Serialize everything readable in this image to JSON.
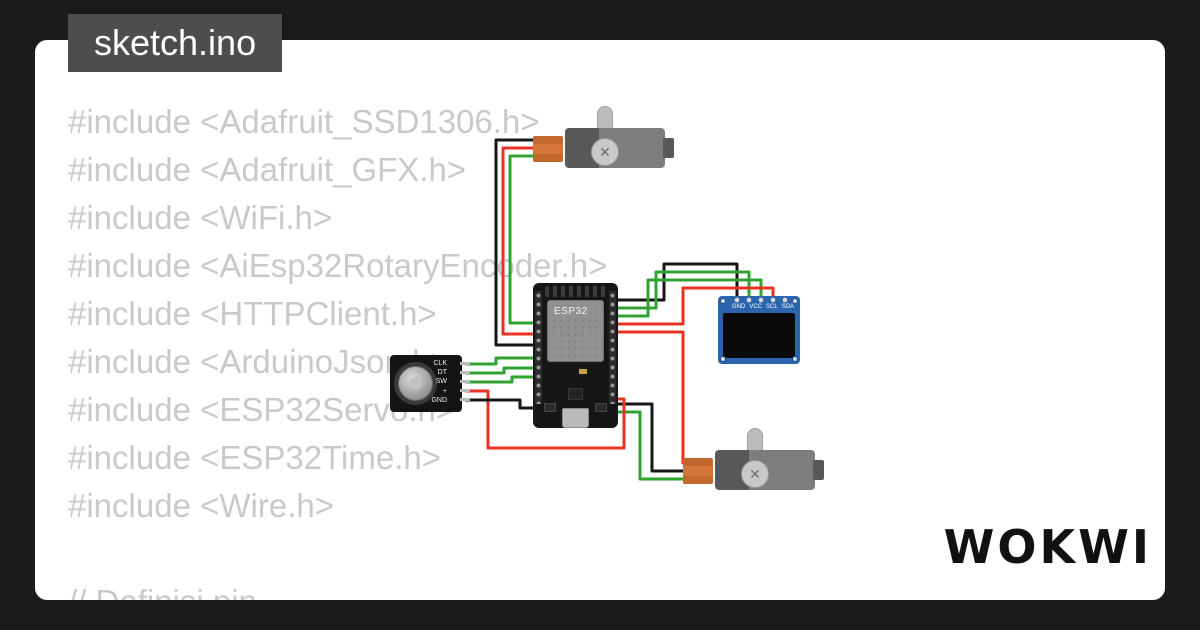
{
  "colors": {
    "page-bg": "#1b1b1b",
    "card-bg": "#ffffff",
    "tab-bg": "#4d4d4d",
    "tab-text": "#ffffff",
    "code-text": "#c9c9c9",
    "logo-text": "#111111"
  },
  "tab": {
    "filename": "sketch.ino"
  },
  "code": {
    "lines": [
      "#include <Adafruit_SSD1306.h>",
      "#include <Adafruit_GFX.h>",
      "#include <WiFi.h>",
      "#include <AiEsp32RotaryEncoder.h>",
      "#include <HTTPClient.h>",
      "#include <ArduinoJson.h>",
      "#include <ESP32Servo.h>",
      "#include <ESP32Time.h>",
      "#include <Wire.h>",
      "",
      "// Definisi pin"
    ]
  },
  "circuit": {
    "esp32_label": "ESP32",
    "oled_pin_labels": [
      "GND",
      "VCC",
      "SCL",
      "SDA"
    ],
    "encoder_pin_labels": [
      "CLK",
      "DT",
      "SW",
      "+",
      "GND"
    ],
    "wire_colors": {
      "green": "#2fa32f",
      "red": "#ea3223",
      "black": "#161616"
    }
  },
  "icons": {
    "screw_cross": "✕"
  },
  "logo": {
    "text": "WOKWI"
  }
}
